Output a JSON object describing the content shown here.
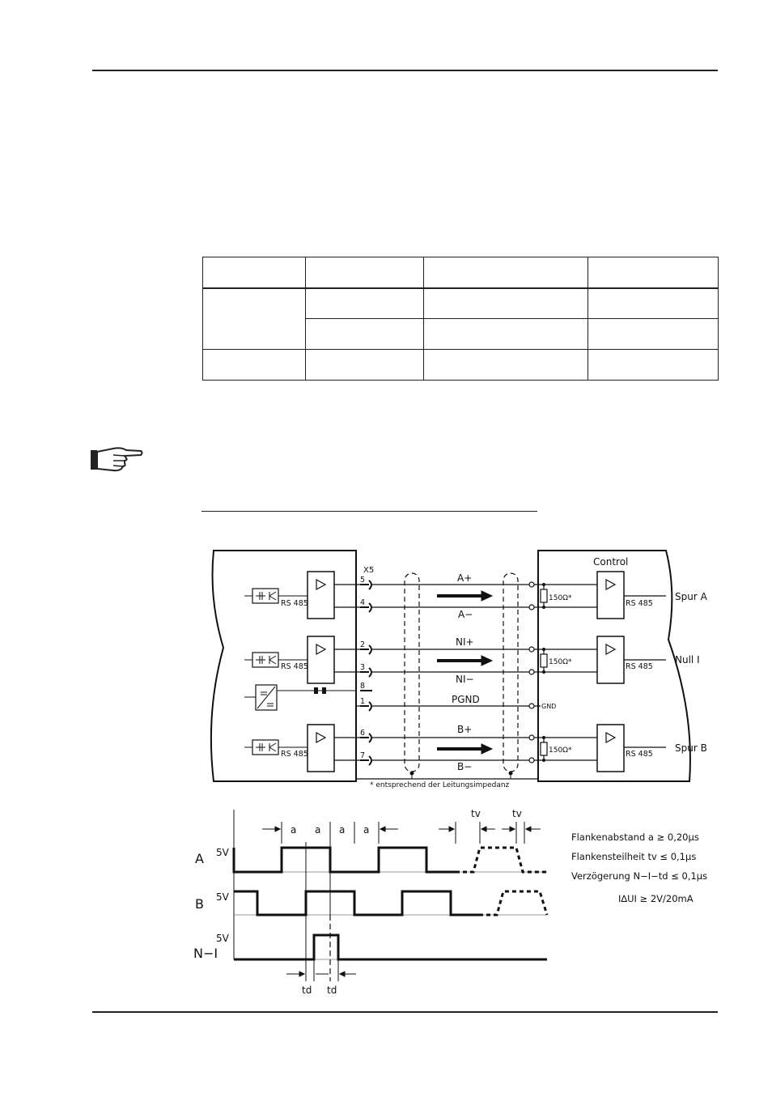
{
  "connector_label": "X5",
  "control_label": "Control",
  "receiver_label": "RS 485",
  "pins": {
    "a_plus": "5",
    "a_minus": "4",
    "n_plus": "2",
    "n_minus": "3",
    "shield": "8",
    "pgnd": "1",
    "b_plus": "6",
    "b_minus": "7"
  },
  "signals": {
    "a_plus": "A+",
    "a_minus": "A−",
    "n_plus": "NI+",
    "n_minus": "NI−",
    "pgnd": "PGND",
    "b_plus": "B+",
    "b_minus": "B−",
    "gnd": "GND"
  },
  "resistor_label": "150Ω*",
  "outputs": {
    "a": "Spur A",
    "n": "Null I",
    "b": "Spur B"
  },
  "footnote": "* entsprechend der Leitungsimpedanz",
  "timing": {
    "traces": {
      "a": "A",
      "b": "B",
      "n": "N−I"
    },
    "level": "5V",
    "spacing_symbol": "a",
    "rise_symbol": "tv",
    "delay_symbol": "td",
    "specs": [
      "Flankenabstand a ≥ 0,20µs",
      "Flankensteilheit tv ≤ 0,1µs",
      "Verzögerung N−I−td ≤ 0,1µs",
      "I∆UI ≥ 2V/20mA"
    ]
  },
  "icons": [
    "pointing-hand-icon",
    "optocoupler-icon",
    "dc-dc-converter-icon",
    "amplifier-icon",
    "resistor-icon"
  ]
}
